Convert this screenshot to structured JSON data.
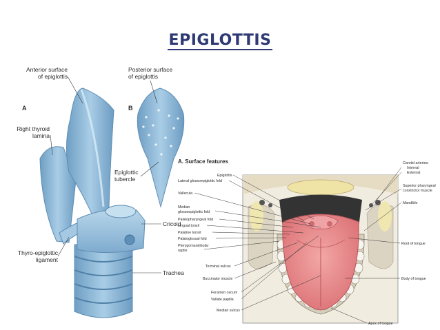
{
  "title": "EPIGLOTTIS",
  "figure_left": {
    "panel_a": "A",
    "panel_b": "B",
    "labels": {
      "anterior_1": "Anterior surface",
      "anterior_2": "of epiglottis",
      "posterior_1": "Posterior surface",
      "posterior_2": "of epiglottis",
      "thyroid_1": "Right thyroid",
      "thyroid_2": "lamina",
      "tubercle_1": "Epiglottic",
      "tubercle_2": "tubercle",
      "cricoid": "Cricoid",
      "thyro_1": "Thyro-epiglottic",
      "thyro_2": "ligament",
      "trachea": "Trachea"
    }
  },
  "figure_right": {
    "heading": "A. Surface features",
    "left_labels": [
      "Epiglottis",
      "Lateral glossoepiglottic fold",
      "Vallecula",
      "Median",
      "glossoepiglottic fold",
      "Palatopharyngeal fold",
      "Lingual tonsil",
      "Palatine tonsil",
      "Palatoglossal fold",
      "Pterygomandibular",
      "raphe",
      "Terminal sulcus",
      "Buccinator muscle",
      "Foramen cecum",
      "Vallate papilla",
      "Median sulcus"
    ],
    "right_labels": [
      "Carotid arteries:",
      "Internal",
      "External",
      "Superior pharyngeal",
      "constrictor muscle",
      "Mandible",
      "Root of tongue",
      "Body of tongue",
      "Apex of tongue"
    ]
  },
  "colors": {
    "title": "#2d3a73",
    "cartilage_blue": "#8fbad8",
    "tongue_pink": "#e8898c",
    "bone": "#ece3c0"
  }
}
